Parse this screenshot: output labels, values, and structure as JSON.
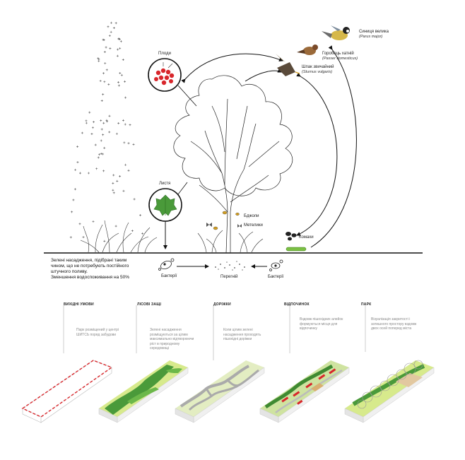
{
  "cycle": {
    "fruits_label": "Плоди",
    "leaves_label": "Листя",
    "birds": [
      {
        "name": "Синиця велика",
        "latin": "(Parus major)"
      },
      {
        "name": "Горобець хатній",
        "latin": "(Passer domesticus)"
      },
      {
        "name": "Шпак звичайний",
        "latin": "(Sturnus vulgaris)"
      }
    ],
    "bees_label": "Бджоли",
    "butterflies_label": "Метелики",
    "insects_label": "Комахи",
    "bacteria_left": "Бактерії",
    "bacteria_right": "Бактерії",
    "humus_label": "Перегній",
    "note_lines": [
      "Зелені насадження, підібрані таким",
      "чином, що не потребують постійного",
      "штучного поливу.",
      "Зменшення водоспоживання на 50%"
    ]
  },
  "stages": [
    {
      "title": "ВИХІДНІ УМОВИ",
      "desc": [
        "Парк розміщений у центрі",
        "ШИТСЬ поряд забудови"
      ]
    },
    {
      "title": "ЛІСОВІ ЗАЩІ",
      "desc": [
        "Зелені насадження",
        "розміщуються за цілим",
        "максимально відтворюючи",
        "ріст в природному",
        "середовищі"
      ]
    },
    {
      "title": "ДОРІЖКИ",
      "desc": [
        "Коли цілим зелені",
        "насадження проходять",
        "пішохідні доріжки"
      ]
    },
    {
      "title": "ВІДПОЧИНОК",
      "desc": [
        "Вздовж пішохідних алейок",
        "формуються місця для",
        "відпочинку"
      ]
    },
    {
      "title": "ПАРК",
      "desc": [
        "Візуалізація закритості і",
        "затишного простору вздовж",
        "двох осей поперед міста"
      ]
    }
  ],
  "colors": {
    "accent_red": "#d8262b",
    "green_dark": "#4a9a3a",
    "green_light": "#d7ea8c"
  }
}
